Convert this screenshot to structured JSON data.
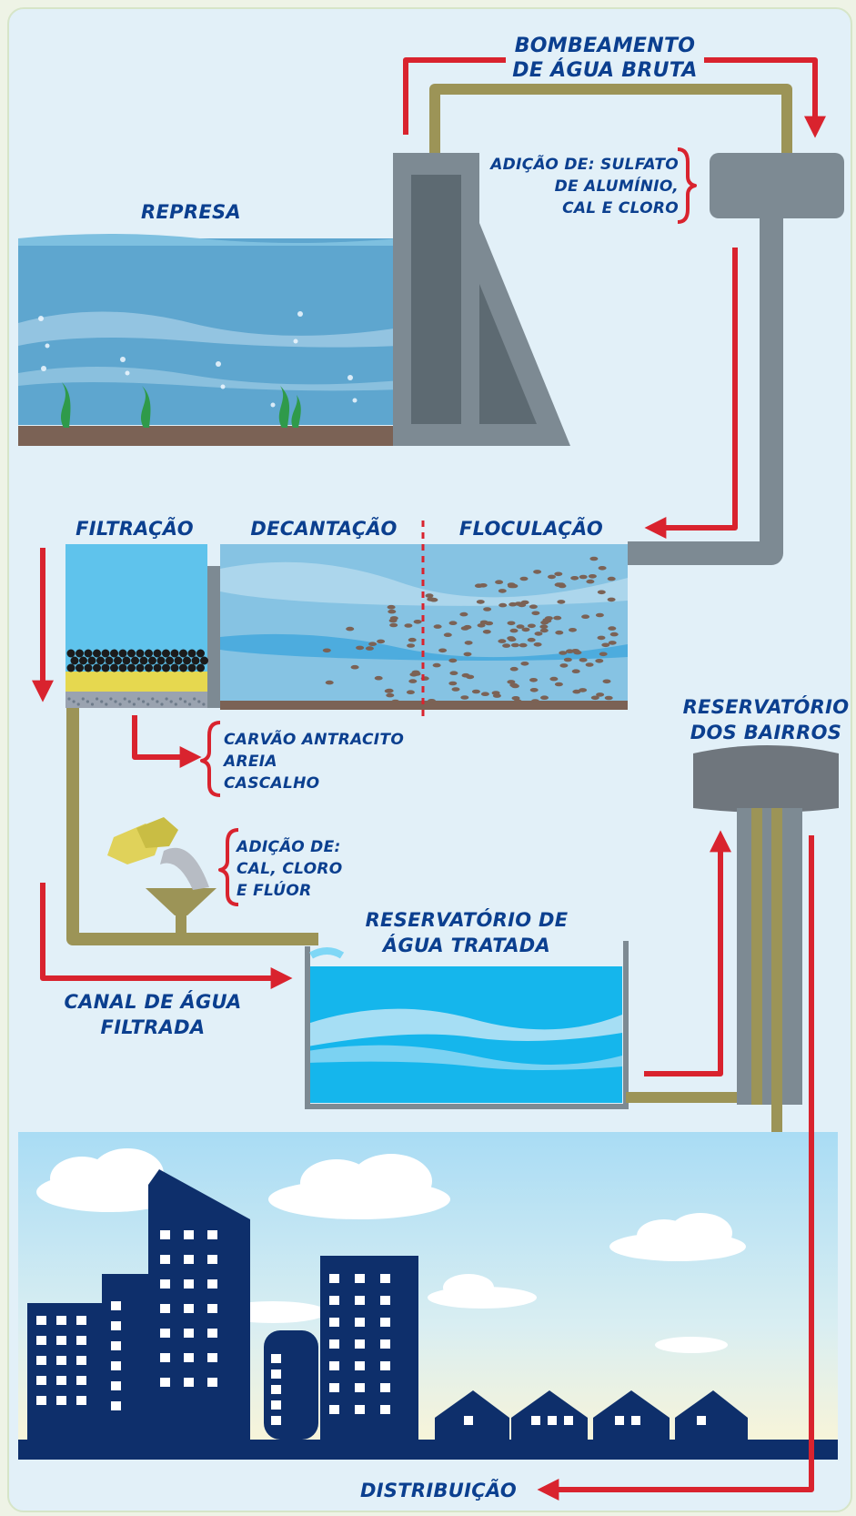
{
  "labels": {
    "bombeamento_1": "BOMBEAMENTO",
    "bombeamento_2": "DE ÁGUA BRUTA",
    "adicao1_1": "ADIÇÃO DE: SULFATO",
    "adicao1_2": "DE ALUMÍNIO,",
    "adicao1_3": "CAL E CLORO",
    "represa": "REPRESA",
    "filtracao": "FILTRAÇÃO",
    "decantacao": "DECANTAÇÃO",
    "floculacao": "FLOCULAÇÃO",
    "reservatorio_bairros_1": "RESERVATÓRIO",
    "reservatorio_bairros_2": "DOS BAIRROS",
    "filtro_1": "CARVÃO ANTRACITO",
    "filtro_2": "AREIA",
    "filtro_3": "CASCALHO",
    "adicao2_1": "ADIÇÃO DE:",
    "adicao2_2": "CAL, CLORO",
    "adicao2_3": "E FLÚOR",
    "reservatorio_tratada_1": "RESERVATÓRIO DE",
    "reservatorio_tratada_2": "ÁGUA TRATADA",
    "canal_1": "CANAL DE ÁGUA",
    "canal_2": "FILTRADA",
    "distribuicao": "DISTRIBUIÇÃO"
  },
  "colors": {
    "arrow": "#d9232e",
    "label": "#0b3f8f",
    "pipe": "#9c9457",
    "concrete": "#7d8a93",
    "city": "#0e2f6b",
    "water_deep": "#5ea6cf",
    "water_treated": "#15b6ec"
  }
}
